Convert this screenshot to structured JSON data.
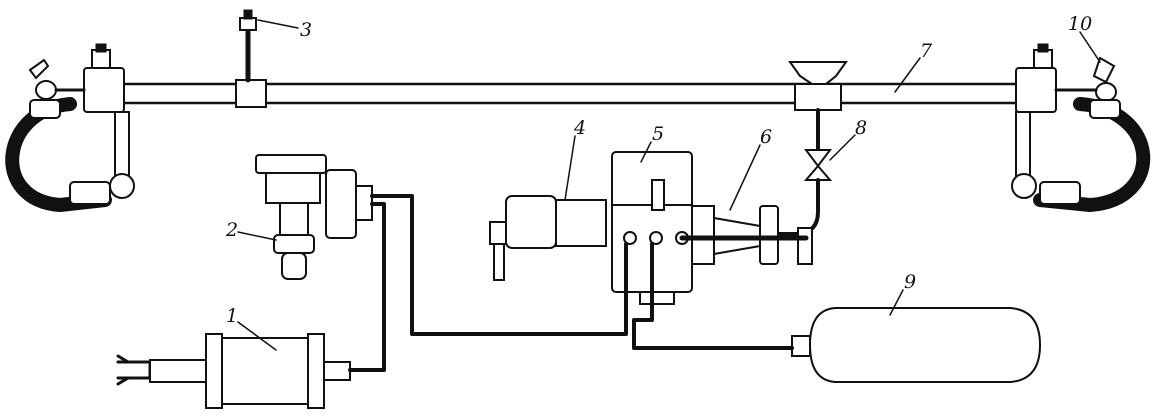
{
  "diagram": {
    "callouts": [
      {
        "id": "1",
        "text": "1"
      },
      {
        "id": "2",
        "text": "2"
      },
      {
        "id": "3",
        "text": "3"
      },
      {
        "id": "4",
        "text": "4"
      },
      {
        "id": "5",
        "text": "5"
      },
      {
        "id": "6",
        "text": "6"
      },
      {
        "id": "7",
        "text": "7"
      },
      {
        "id": "8",
        "text": "8"
      },
      {
        "id": "9",
        "text": "9"
      },
      {
        "id": "10",
        "text": "10"
      }
    ],
    "colors": {
      "ink": "#111111",
      "paper": "#ffffff"
    }
  }
}
